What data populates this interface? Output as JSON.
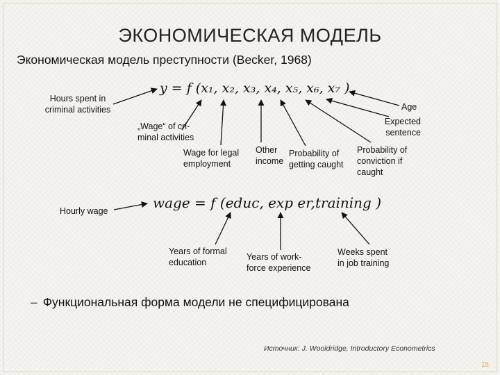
{
  "slide": {
    "title": "ЭКОНОМИЧЕСКАЯ МОДЕЛЬ",
    "subtitle": "Экономическая модель преступности (Becker, 1968)",
    "equation_1": "y = f (x₁, x₂, x₃, x₄, x₅, x₆, x₇ )",
    "equation_2": "wage = f (educ, exp er,training )",
    "labels_1": {
      "y": [
        "Hours spent in",
        "criminal activities"
      ],
      "x1": [
        "„Wage“ of cri-",
        "minal activities"
      ],
      "x2": [
        "Wage for legal",
        "employment"
      ],
      "x3": [
        "Other",
        "income"
      ],
      "x4": [
        "Probability of",
        "getting caught"
      ],
      "x5": [
        "Probability of",
        "conviction if",
        "caught"
      ],
      "x6": [
        "Expected",
        "sentence"
      ],
      "x7": [
        "Age"
      ]
    },
    "labels_2": {
      "wage": "Hourly wage",
      "educ": [
        "Years of formal",
        "education"
      ],
      "exper": [
        "Years of work-",
        "force experience"
      ],
      "training": [
        "Weeks spent",
        "in job training"
      ]
    },
    "bullet": "Функциональная форма модели не специфицирована",
    "bullet_dash": "–",
    "source": "Источник: J. Wooldridge, Introductory Econometrics",
    "page_number": "15"
  },
  "colors": {
    "accent": "#e8a24a",
    "text": "#111111"
  }
}
